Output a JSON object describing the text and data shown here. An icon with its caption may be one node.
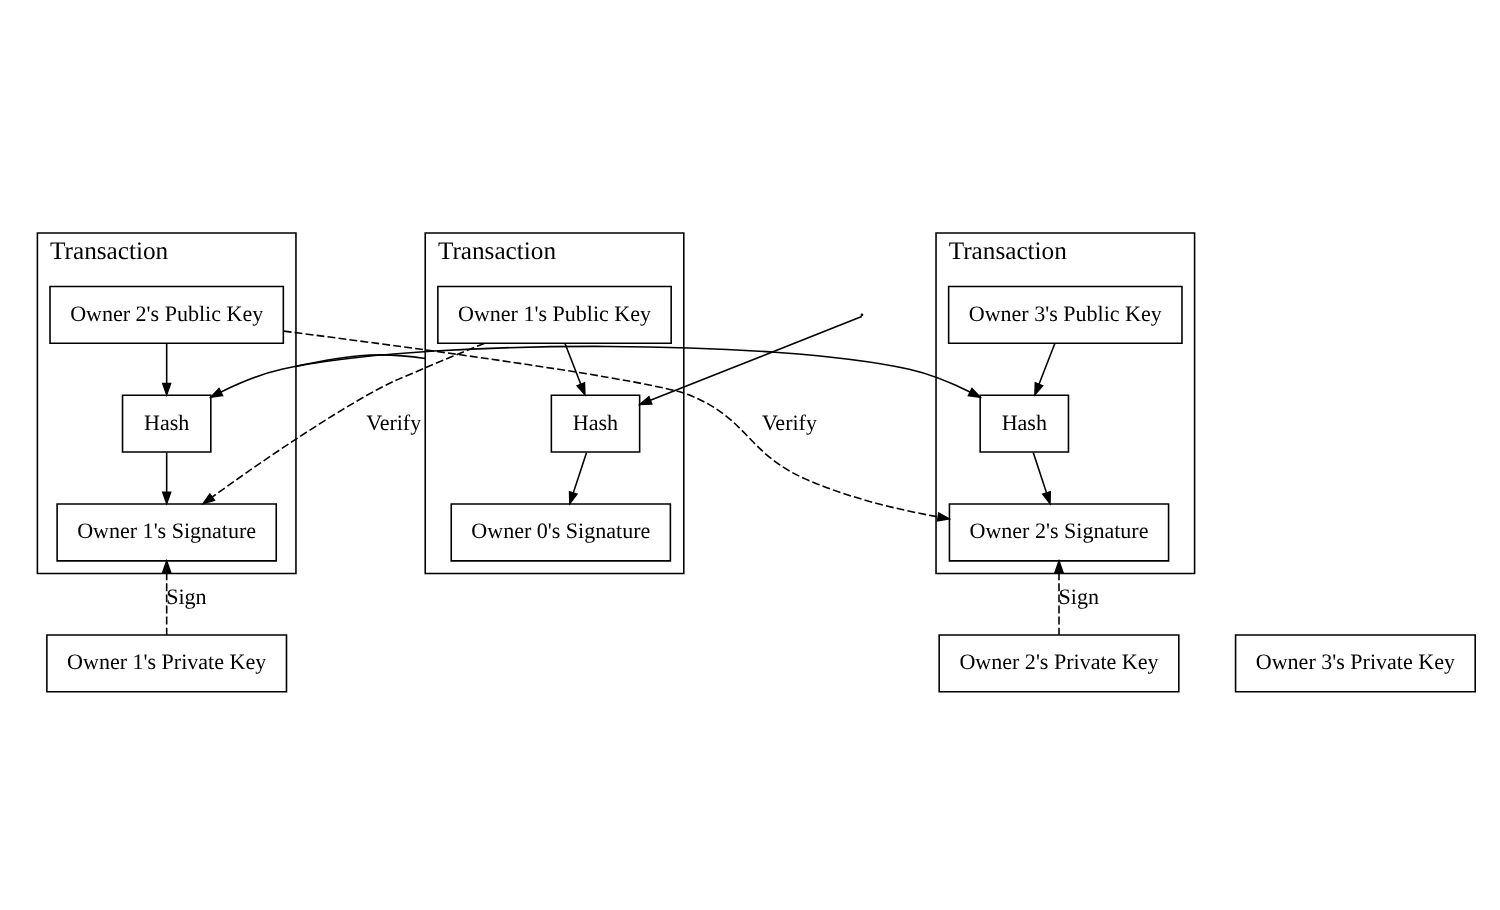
{
  "diagram": {
    "nodes": [
      {
        "text": [
          "Transaction"
        ]
      },
      {
        "text": [
          "Owner 1's Public Key"
        ],
        "in": 0
      },
      {
        "text": [
          "Hash"
        ],
        "in": 0
      },
      {
        "text": [
          "Owner 0's Signature"
        ],
        "in": 0
      },
      {
        "text": [
          "Transaction"
        ]
      },
      {
        "text": [
          "Owner 2's Public Key"
        ],
        "in": 4
      },
      {
        "text": [
          "Hash"
        ],
        "in": 4
      },
      {
        "text": [
          "Owner 1's Signature"
        ],
        "in": 4
      },
      {
        "text": [
          "Transaction"
        ]
      },
      {
        "text": [
          "Owner 3's Public Key"
        ],
        "in": 8
      },
      {
        "text": [
          "Hash"
        ],
        "in": 8
      },
      {
        "text": [
          "Owner 2's Signature"
        ],
        "in": 8
      },
      {
        "text": [
          "Owner 1's Private Key"
        ]
      },
      {
        "text": [
          "Owner 2's Private Key"
        ]
      },
      {
        "text": [
          "Owner 3's Private Key"
        ]
      }
    ],
    "edges": [
      {
        "from": null,
        "to": 2,
        "arrow": "to"
      },
      {
        "from": 1,
        "to": 2,
        "arrow": "to"
      },
      {
        "from": 2,
        "to": 3,
        "arrow": "to"
      },
      {
        "from": 0,
        "to": 6,
        "arrow": "to"
      },
      {
        "from": 5,
        "to": 6,
        "arrow": "to"
      },
      {
        "from": 6,
        "to": 7,
        "arrow": "to"
      },
      {
        "from": 4,
        "to": 10,
        "arrow": "to"
      },
      {
        "from": 9,
        "to": 10,
        "arrow": "to"
      },
      {
        "from": 10,
        "to": 11,
        "arrow": "to"
      },
      {
        "from": 1,
        "to": 7,
        "arrow": "to",
        "label": "Verify",
        "style": "dashed"
      },
      {
        "from": 5,
        "to": 11,
        "arrow": "to",
        "label": "Verify",
        "style": "dashed"
      },
      {
        "from": 12,
        "to": 7,
        "arrow": "to",
        "label": "Sign",
        "style": "dashed"
      },
      {
        "from": 13,
        "to": 11,
        "arrow": "to",
        "label": "Sign",
        "style": "dashed"
      }
    ]
  }
}
